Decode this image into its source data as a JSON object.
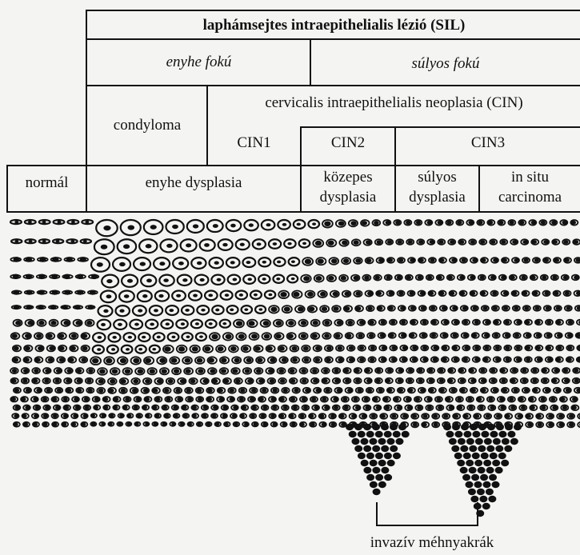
{
  "header": {
    "sil_title": "laphámsejtes intraepithelialis lézió (SIL)",
    "mild": "enyhe fokú",
    "severe": "súlyos fokú"
  },
  "cin_row": {
    "condyloma": "condyloma",
    "cin_title": "cervicalis intraepithelialis neoplasia (CIN)",
    "cin1": "CIN1",
    "cin2": "CIN2",
    "cin3": "CIN3"
  },
  "stages": {
    "normal": "normál",
    "mild_dysplasia": "enyhe dysplasia",
    "moderate_1": "közepes",
    "moderate_2": "dysplasia",
    "severe_1": "súlyos",
    "severe_2": "dysplasia",
    "insitu_1": "in situ",
    "insitu_2": "carcinoma"
  },
  "invasive_label": "invazív méhnyakrák",
  "colors": {
    "ink": "#111111",
    "paper": "#f4f4f2"
  }
}
